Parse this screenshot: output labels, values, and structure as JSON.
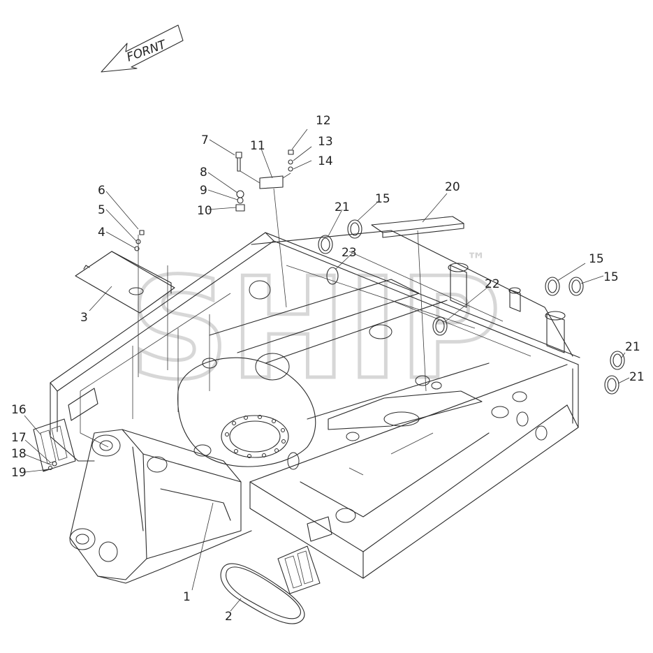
{
  "direction_arrow": {
    "label": "FORNT"
  },
  "watermark": {
    "text": "SHIP",
    "tm": "™"
  },
  "callouts": [
    {
      "id": "c1",
      "label": "1"
    },
    {
      "id": "c2",
      "label": "2"
    },
    {
      "id": "c3",
      "label": "3"
    },
    {
      "id": "c4",
      "label": "4"
    },
    {
      "id": "c5",
      "label": "5"
    },
    {
      "id": "c6",
      "label": "6"
    },
    {
      "id": "c7",
      "label": "7"
    },
    {
      "id": "c8",
      "label": "8"
    },
    {
      "id": "c9",
      "label": "9"
    },
    {
      "id": "c10",
      "label": "10"
    },
    {
      "id": "c11",
      "label": "11"
    },
    {
      "id": "c12",
      "label": "12"
    },
    {
      "id": "c13",
      "label": "13"
    },
    {
      "id": "c14",
      "label": "14"
    },
    {
      "id": "c15a",
      "label": "15"
    },
    {
      "id": "c15b",
      "label": "15"
    },
    {
      "id": "c15c",
      "label": "15"
    },
    {
      "id": "c16",
      "label": "16"
    },
    {
      "id": "c17",
      "label": "17"
    },
    {
      "id": "c18",
      "label": "18"
    },
    {
      "id": "c19",
      "label": "19"
    },
    {
      "id": "c20",
      "label": "20"
    },
    {
      "id": "c21a",
      "label": "21"
    },
    {
      "id": "c21b",
      "label": "21"
    },
    {
      "id": "c21c",
      "label": "21"
    },
    {
      "id": "c22",
      "label": "22"
    },
    {
      "id": "c23",
      "label": "23"
    }
  ]
}
